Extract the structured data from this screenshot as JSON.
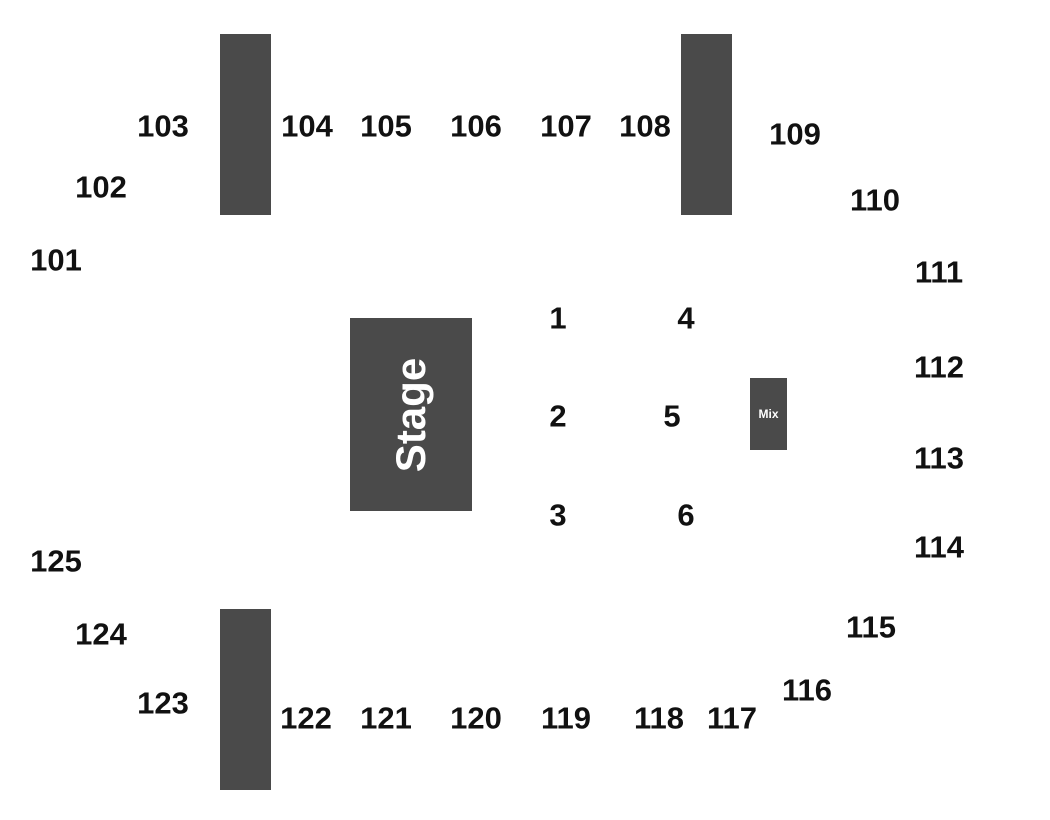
{
  "map": {
    "stage_label": "Stage",
    "mix_label": "Mix",
    "colors": {
      "block": "#4a4a4a",
      "text": "#111111",
      "background": "#ffffff"
    },
    "sections": {
      "s101": "101",
      "s102": "102",
      "s103": "103",
      "s104": "104",
      "s105": "105",
      "s106": "106",
      "s107": "107",
      "s108": "108",
      "s109": "109",
      "s110": "110",
      "s111": "111",
      "s112": "112",
      "s113": "113",
      "s114": "114",
      "s115": "115",
      "s116": "116",
      "s117": "117",
      "s118": "118",
      "s119": "119",
      "s120": "120",
      "s121": "121",
      "s122": "122",
      "s123": "123",
      "s124": "124",
      "s125": "125"
    },
    "floor_sections": {
      "f1": "1",
      "f2": "2",
      "f3": "3",
      "f4": "4",
      "f5": "5",
      "f6": "6"
    }
  }
}
